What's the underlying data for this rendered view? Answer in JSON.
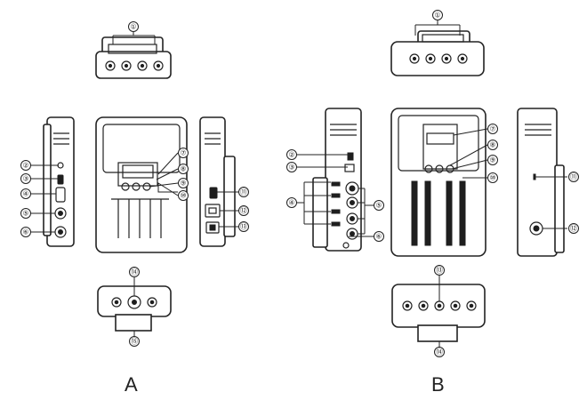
{
  "panels": [
    {
      "id": "A",
      "label": "A"
    },
    {
      "id": "B",
      "label": "B"
    }
  ],
  "callouts": {
    "A": [
      "①",
      "②",
      "③",
      "④",
      "⑤",
      "⑥",
      "⑦",
      "⑧",
      "⑨",
      "⑩",
      "⑪",
      "⑫",
      "⑬",
      "⑭",
      "⑮"
    ],
    "B": [
      "①",
      "②",
      "③",
      "④",
      "⑤",
      "⑥",
      "⑦",
      "⑧",
      "⑨",
      "⑩",
      "⑪",
      "⑫",
      "⑬",
      "⑭"
    ]
  }
}
